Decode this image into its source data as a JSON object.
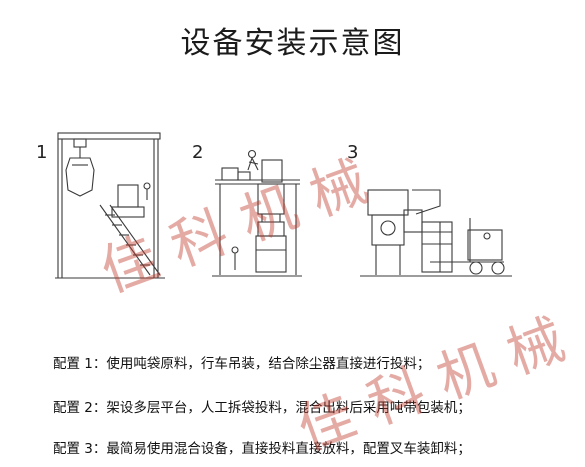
{
  "title": "设备安装示意图",
  "panels": [
    {
      "number": "1"
    },
    {
      "number": "2"
    },
    {
      "number": "3"
    }
  ],
  "configs": [
    "配置 1：使用吨袋原料，行车吊装，结合除尘器直接进行投料；",
    "配置 2：架设多层平台，人工拆袋投料，混合出料后采用吨带包装机；",
    "配置 3：最简易使用混合设备，直接投料直接放料，配置叉车装卸料；"
  ],
  "watermark": "佳科机械",
  "colors": {
    "line": "#3a3a3a",
    "watermark": "#c0392b"
  }
}
